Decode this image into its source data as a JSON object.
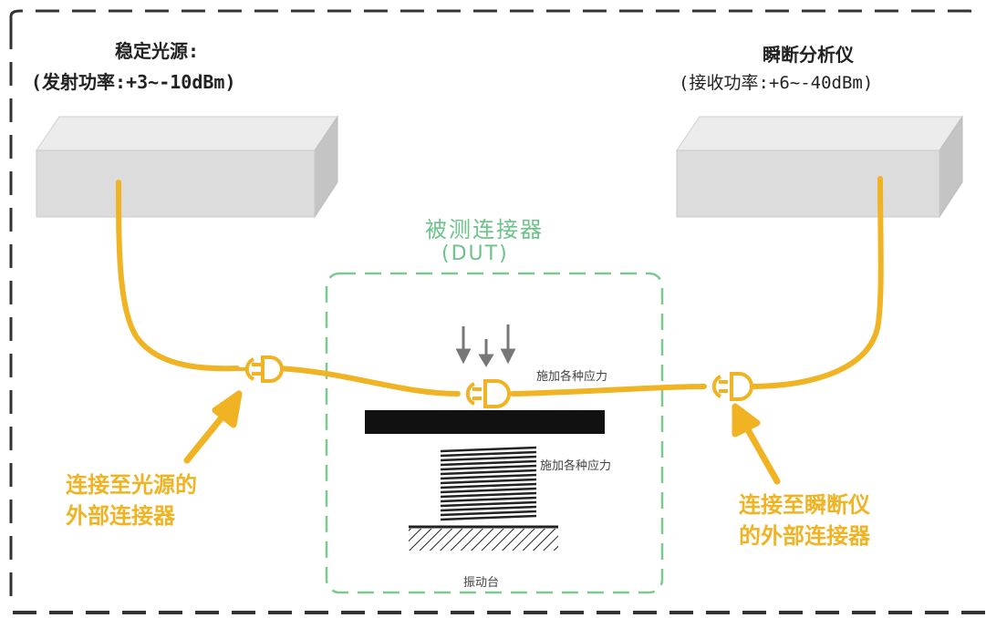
{
  "source": {
    "title": "稳定光源:",
    "power": "(发射功率:+3~-10dBm)"
  },
  "analyzer": {
    "title": "瞬断分析仪",
    "power": "(接收功率:+6~-40dBm)"
  },
  "dut": {
    "title": "被测连接器",
    "subtitle": "(DUT)",
    "stress_label_top": "施加各种应力",
    "stress_label_spring": "施加各种应力",
    "table_label": "振动台"
  },
  "callouts": {
    "left_line1": "连接至光源的",
    "left_line2": "外部连接器",
    "right_line1": "连接至瞬断仪",
    "right_line2": "的外部连接器"
  },
  "colors": {
    "cable": "#f0b323",
    "dut_border": "#7cc98f",
    "outer_border": "#333333",
    "box_front": "#dcdcdc",
    "box_top": "#ececec",
    "box_side": "#c4c4c4"
  }
}
